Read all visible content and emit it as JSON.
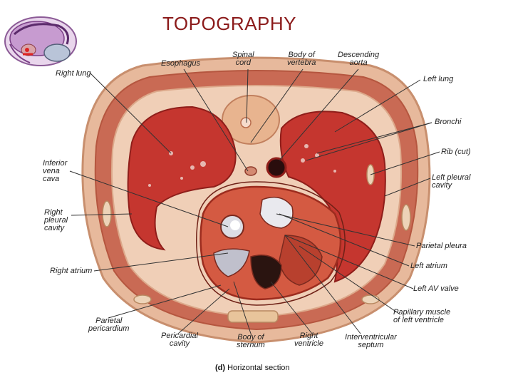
{
  "title": "TOPOGRAPHY",
  "caption": {
    "letter": "(d)",
    "text": "Horizontal section"
  },
  "labels": {
    "esophagus": "Esophagus",
    "spinal_cord": "Spinal\ncord",
    "body_of_vertebra": "Body of\nvertebra",
    "descending_aorta": "Descending\naorta",
    "right_lung": "Right lung",
    "left_lung": "Left lung",
    "bronchi": "Bronchi",
    "rib_cut": "Rib (cut)",
    "inferior_vena_cava": "Inferior\nvena\ncava",
    "left_pleural_cavity": "Left pleural\ncavity",
    "right_pleural_cavity": "Right\npleural\ncavity",
    "parietal_pleura": "Parietal pleura",
    "left_atrium": "Left atrium",
    "right_atrium": "Right atrium",
    "left_av_valve": "Left AV valve",
    "papillary_muscle": "Papillary muscle\nof left ventricle",
    "parietal_pericardium": "Parietal\npericardium",
    "pericardial_cavity": "Pericardial\ncavity",
    "body_of_sternum": "Body of\nsternum",
    "right_ventricle": "Right\nventricle",
    "interventricular_septum": "Interventricular\nseptum"
  }
}
